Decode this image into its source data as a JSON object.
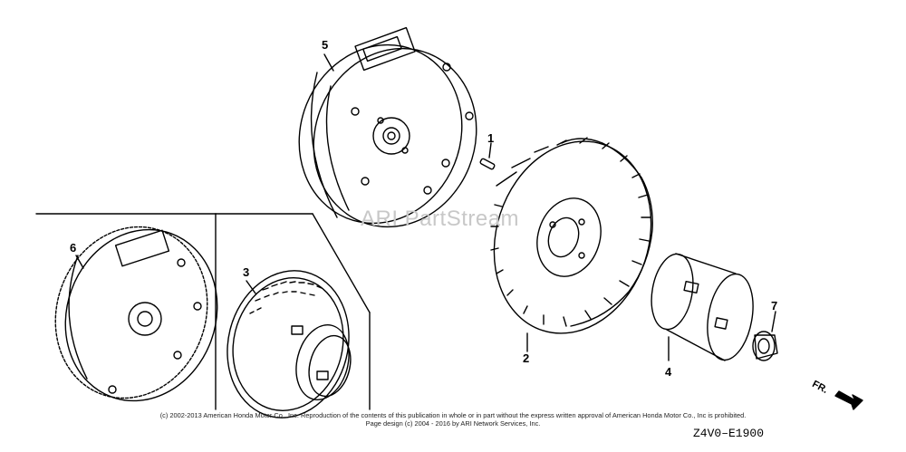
{
  "callouts": {
    "p1": "1",
    "p2": "2",
    "p3": "3",
    "p4": "4",
    "p5": "5",
    "p6": "6",
    "p7": "7"
  },
  "watermark": "ARI PartStream",
  "copyright_line1": "(c) 2002-2013 American Honda Motor Co., Inc. Reproduction of the contents of this publication in whole or in part without the express written approval of American Honda Motor Co., Inc is prohibited.",
  "copyright_line2": "Page design (c) 2004 - 2016 by ARI Network Services, Inc.",
  "diagram_code": "Z4V0–E1900",
  "direction_label": "FR."
}
